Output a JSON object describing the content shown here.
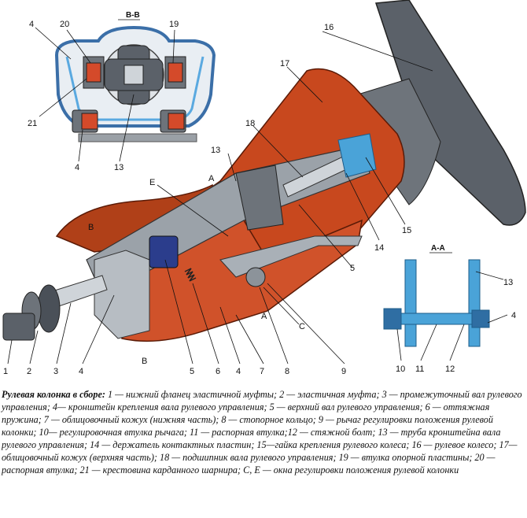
{
  "diagram": {
    "section_bb": "В-В",
    "section_aa": "А-А",
    "labels": {
      "n1": "1",
      "n2": "2",
      "n3": "3",
      "n4": "4",
      "n5": "5",
      "n6": "6",
      "n7": "7",
      "n8": "8",
      "n9": "9",
      "n10": "10",
      "n11": "11",
      "n12": "12",
      "n13": "13",
      "n14": "14",
      "n15": "15",
      "n16": "16",
      "n17": "17",
      "n18": "18",
      "n19": "19",
      "n20": "20",
      "n21": "21",
      "E": "E",
      "C": "C",
      "A": "A",
      "B": "B"
    }
  },
  "caption": {
    "title": "Рулевая колонка в сборе:",
    "text": " 1 — нижний фланец эластичной муфты; 2 — эластичная муфта; 3 — промежуточный вал рулевого управления; 4— кронштейн крепления вала рулевого управления; 5 — верхний вал рулевого управления; 6 — оттяжная пружина; 7 — облицовочный кожух (нижняя часть); 8 — стопорное кольцо; 9 — рычаг регулировки положения рулевой колонки; 10— регулировочная втулка рычага; 11 — распорная втулка;12 — стяжной болт; 13 — труба кронштейна вала рулевого управления; 14 — держатель контактных пластин; 15—гайка крепления рулевого колеса; 16 — рулевое колесо; 17— облицовочный кожух (верхняя часть); 18 — подшипник вала рулевого управления; 19 — втулка опорной пластины; 20 — распорная втулка; 21 — крестовина карданного шарнира; С, Е — окна регулировки положения рулевой колонки"
  }
}
